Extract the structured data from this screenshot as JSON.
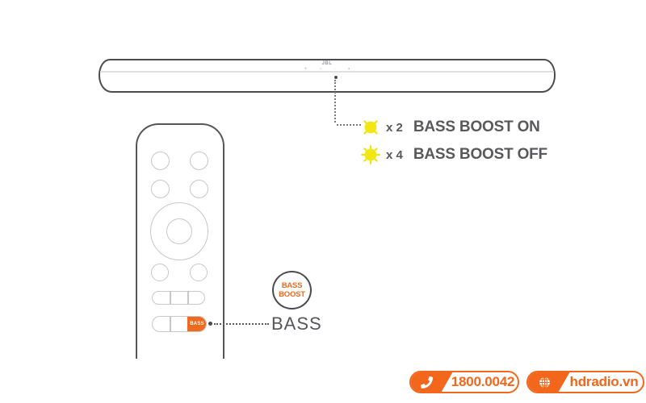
{
  "colors": {
    "accent_orange": "#F2671C",
    "sun_yellow": "#F2E715",
    "text_gray": "#58595B",
    "outline_dark": "#4B4C50",
    "outline_light": "#C6C7C9"
  },
  "soundbar": {
    "brand": "JBL",
    "control_marks": [
      "+",
      "−",
      "·",
      "▪"
    ]
  },
  "indicator_states": [
    {
      "flash_count": "x 2",
      "label": "BASS BOOST ON"
    },
    {
      "flash_count": "x 4",
      "label": "BASS BOOST OFF"
    }
  ],
  "remote": {
    "bass_button": "BASS"
  },
  "callout": {
    "badge_line1": "BASS",
    "badge_line2": "BOOST",
    "bass_label": "BASS"
  },
  "footer": {
    "phone_number": "1800.0042",
    "website": "hdradio.vn"
  }
}
